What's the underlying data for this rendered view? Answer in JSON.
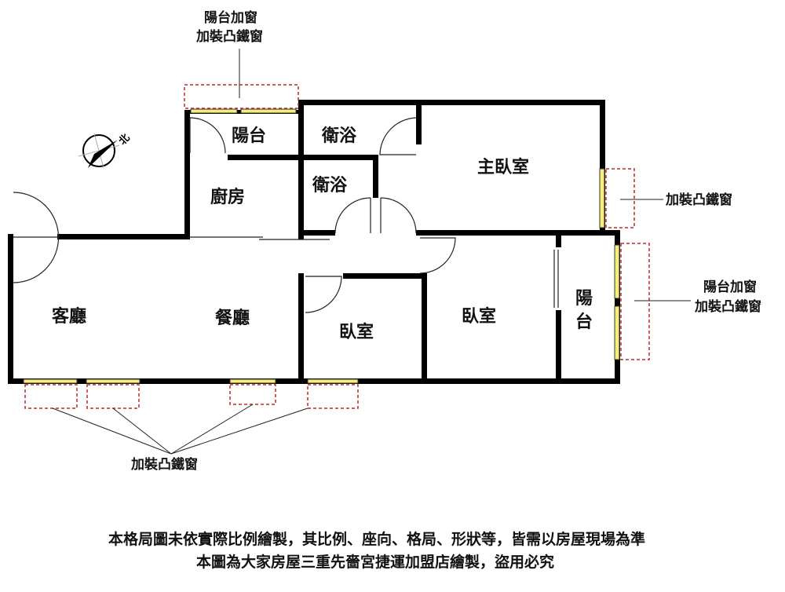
{
  "rooms": {
    "balcony_top": "陽台",
    "bath1": "衛浴",
    "bath2": "衛浴",
    "master": "主臥室",
    "kitchen": "廚房",
    "living": "客廳",
    "dining": "餐廳",
    "bedroom_small": "臥室",
    "bedroom": "臥室",
    "balcony_right_1": "陽",
    "balcony_right_2": "台"
  },
  "annotations": {
    "top_line1": "陽台加窗",
    "top_line2": "加裝凸鐵窗",
    "master_window": "加裝凸鐵窗",
    "right_line1": "陽台加窗",
    "right_line2": "加裝凸鐵窗",
    "bottom": "加裝凸鐵窗"
  },
  "compass": {
    "label": "北"
  },
  "footer": {
    "line1": "本格局圖未依實際比例繪製，其比例、座向、格局、形狀等，皆需以房屋現場為準",
    "line2": "本圖為大家房屋三重先嗇宮捷運加盟店繪製，盜用必究"
  },
  "colors": {
    "wall": "#000000",
    "window": "#f4ef7a",
    "dashed": "#c0282d"
  }
}
